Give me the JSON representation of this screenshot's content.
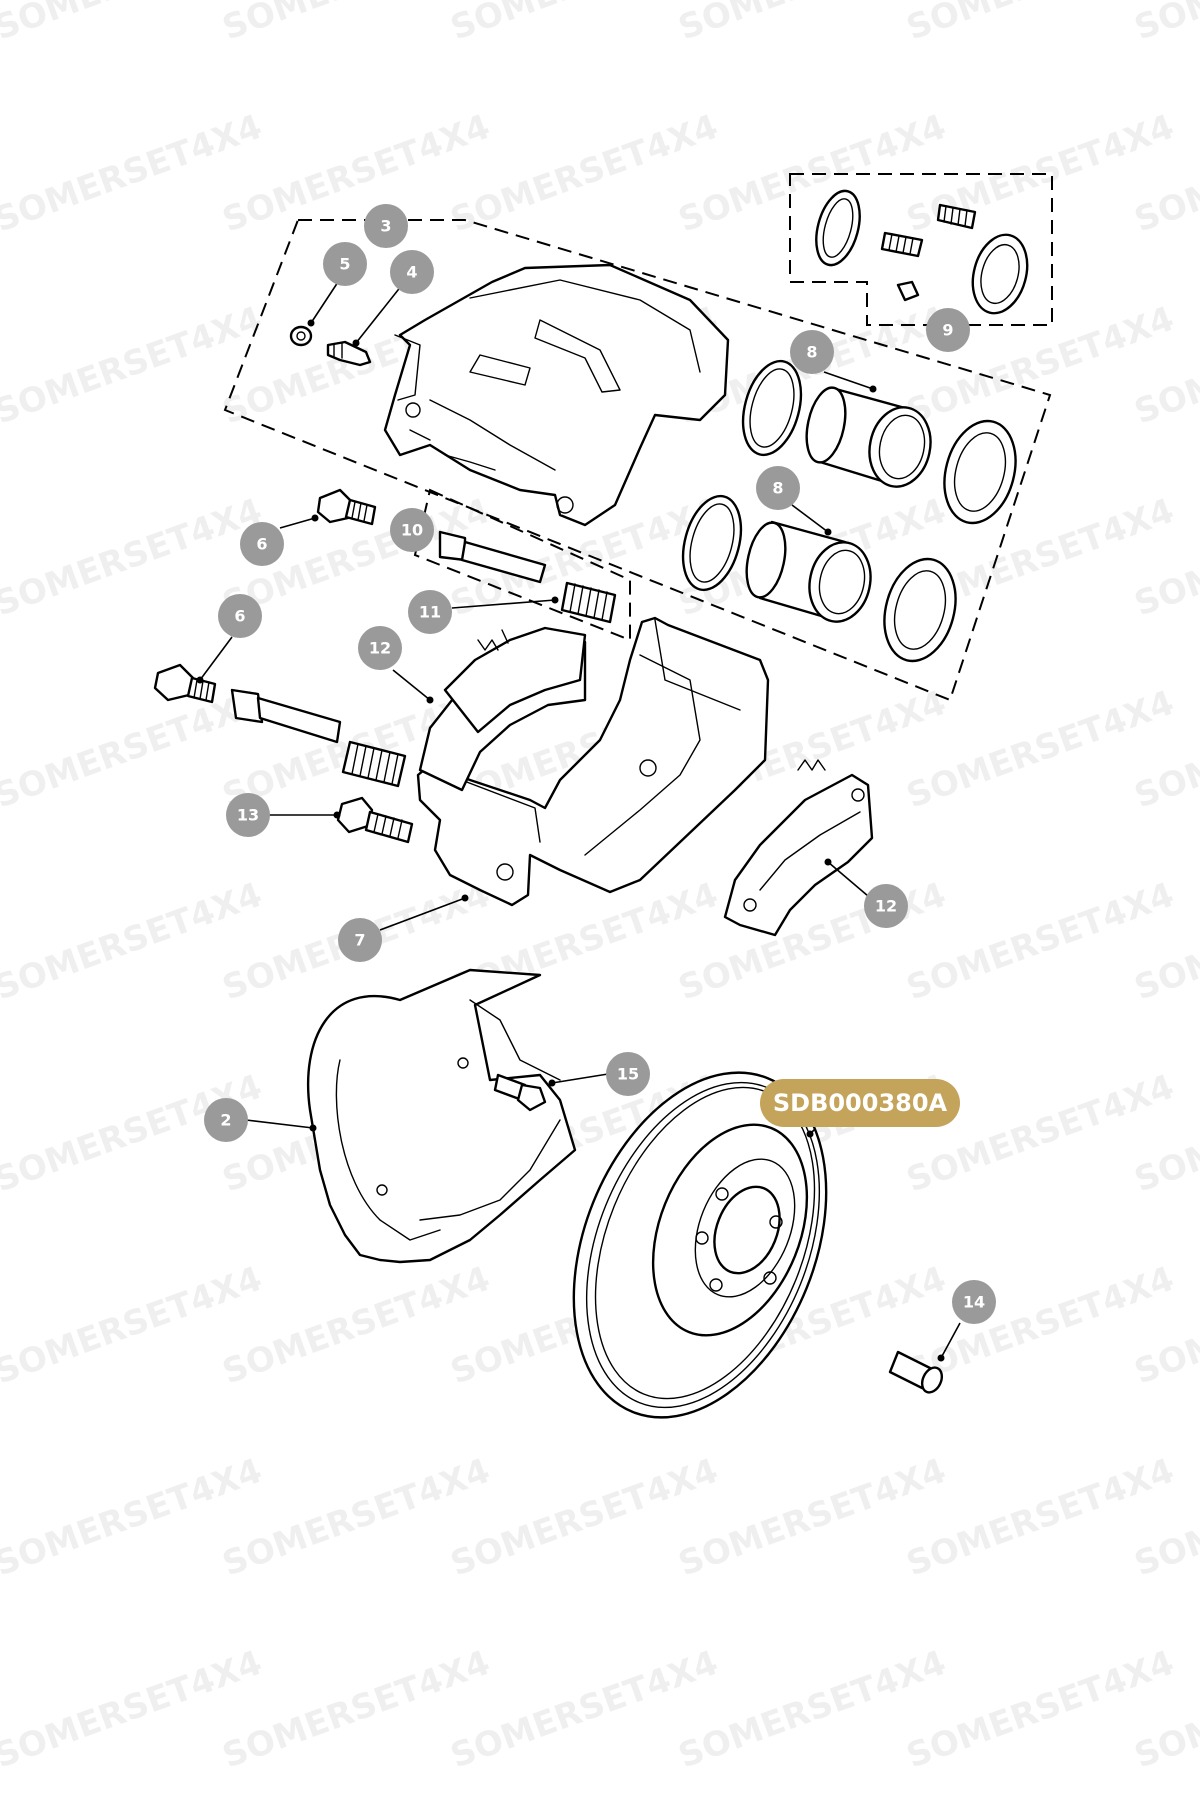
{
  "watermark": "SOMERSET4X4",
  "diagram_code": "SDB000380A",
  "badge_color": "#c4a35a",
  "callout_color": "#9a9a9a",
  "callouts": [
    {
      "name": "callout-3",
      "label": "3"
    },
    {
      "name": "callout-5",
      "label": "5"
    },
    {
      "name": "callout-4",
      "label": "4"
    },
    {
      "name": "callout-9",
      "label": "9"
    },
    {
      "name": "callout-8a",
      "label": "8"
    },
    {
      "name": "callout-8b",
      "label": "8"
    },
    {
      "name": "callout-6a",
      "label": "6"
    },
    {
      "name": "callout-10",
      "label": "10"
    },
    {
      "name": "callout-11",
      "label": "11"
    },
    {
      "name": "callout-6b",
      "label": "6"
    },
    {
      "name": "callout-12a",
      "label": "12"
    },
    {
      "name": "callout-13",
      "label": "13"
    },
    {
      "name": "callout-7",
      "label": "7"
    },
    {
      "name": "callout-12b",
      "label": "12"
    },
    {
      "name": "callout-15",
      "label": "15"
    },
    {
      "name": "callout-2",
      "label": "2"
    },
    {
      "name": "callout-14",
      "label": "14"
    }
  ]
}
